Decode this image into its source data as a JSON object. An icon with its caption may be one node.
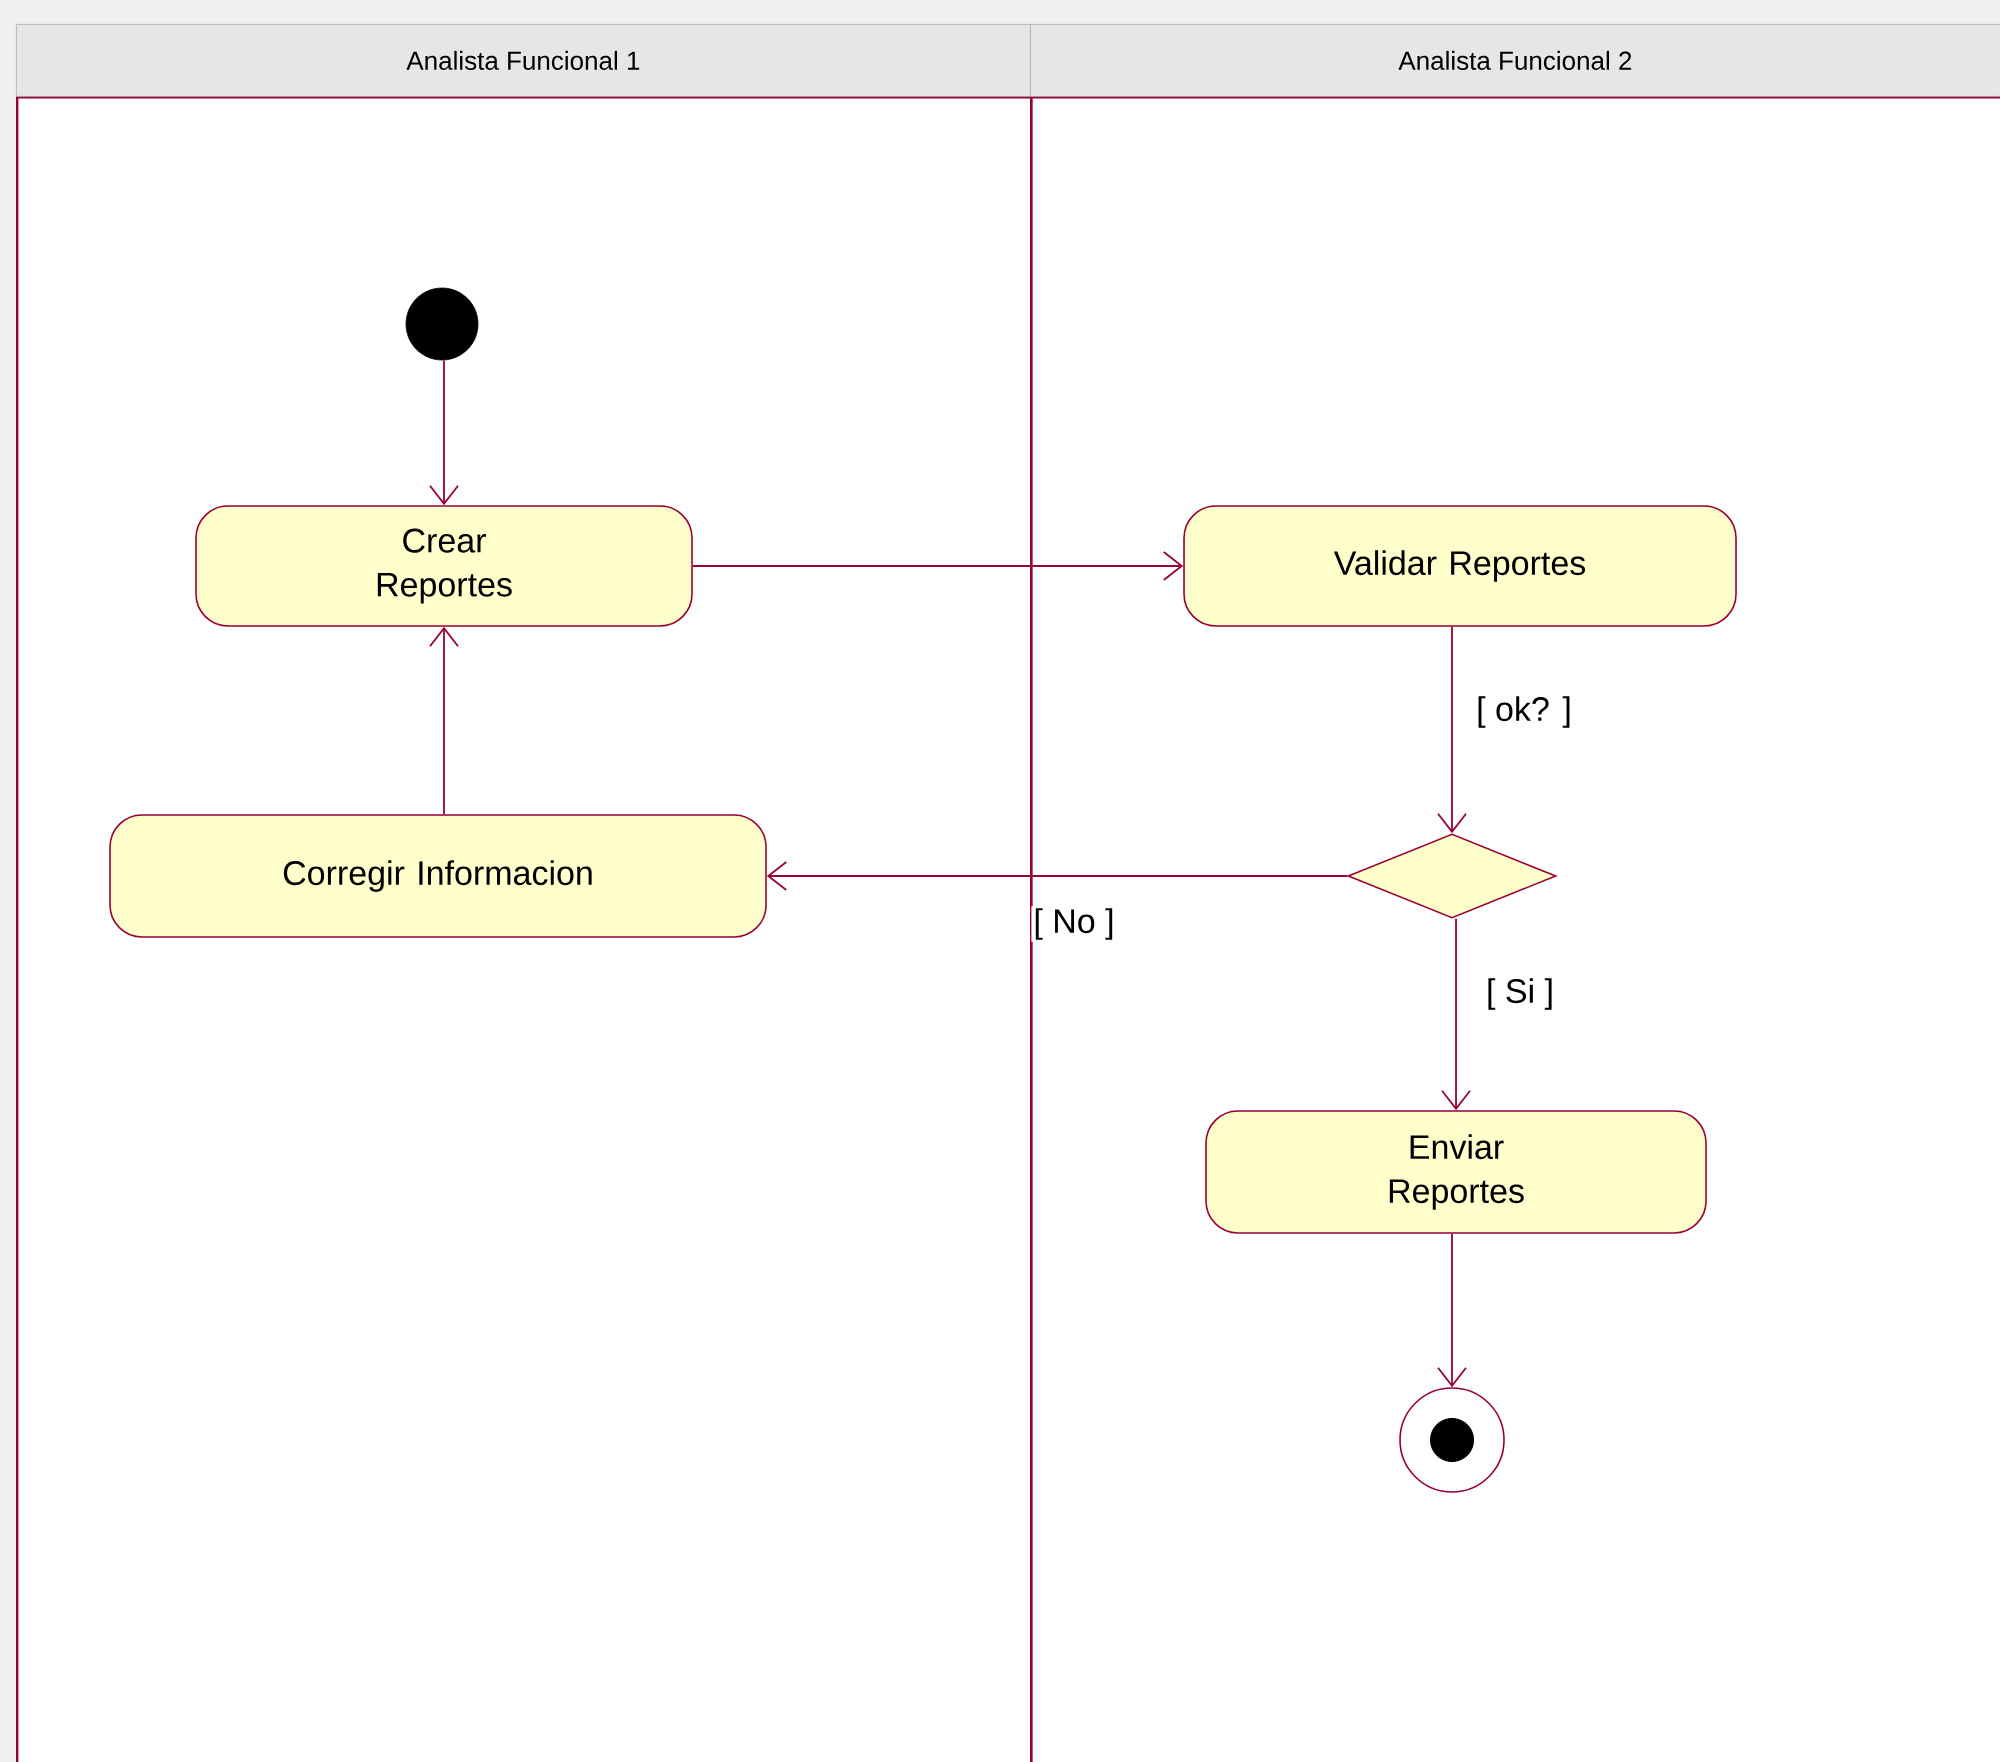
{
  "diagram": {
    "nodes": [
      {
        "text": [
          "Analista Funcional 1"
        ]
      },
      {
        "text": [
          "Analista Funcional 2"
        ]
      },
      {
        "text": [],
        "shape": "circle",
        "in": 0
      },
      {
        "text": [
          "Crear Reportes"
        ],
        "in": 0
      },
      {
        "text": [
          "Validar Reportes"
        ],
        "in": 1
      },
      {
        "text": [
          "Corregir Informacion"
        ],
        "in": 0
      },
      {
        "text": [],
        "shape": "diamond",
        "in": 1
      },
      {
        "text": [
          "Enviar Reportes"
        ],
        "in": 1
      },
      {
        "text": [],
        "shape": "bullseye",
        "in": 1
      }
    ],
    "edges": [
      {
        "from": 2,
        "to": 3,
        "arrow": "to"
      },
      {
        "from": 3,
        "to": 4,
        "arrow": "to"
      },
      {
        "from": 4,
        "to": 6,
        "arrow": "to",
        "label": "[ ok? ]"
      },
      {
        "from": 6,
        "to": 5,
        "arrow": "to",
        "label": "[ No ]"
      },
      {
        "from": 6,
        "to": 7,
        "arrow": "to",
        "label": "[ Si ]"
      },
      {
        "from": 7,
        "to": 8,
        "arrow": "to"
      },
      {
        "from": 5,
        "to": 3,
        "arrow": "to"
      }
    ]
  }
}
